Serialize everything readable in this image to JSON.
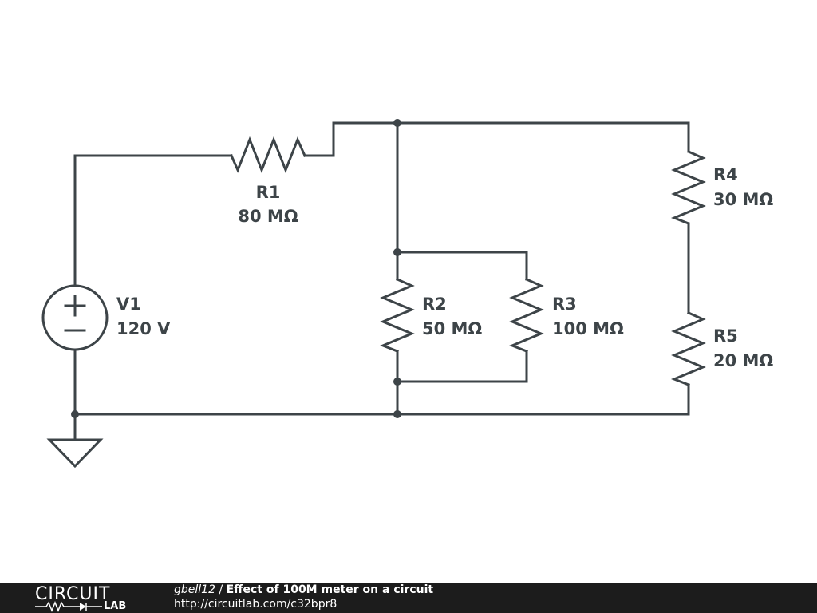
{
  "components": {
    "v1": {
      "name": "V1",
      "value": "120 V"
    },
    "r1": {
      "name": "R1",
      "value": "80 MΩ"
    },
    "r2": {
      "name": "R2",
      "value": "50 MΩ"
    },
    "r3": {
      "name": "R3",
      "value": "100 MΩ"
    },
    "r4": {
      "name": "R4",
      "value": "30 MΩ"
    },
    "r5": {
      "name": "R5",
      "value": "20 MΩ"
    }
  },
  "footer": {
    "logo_top": "CIRCUIT",
    "logo_bottom": "LAB",
    "author": "gbell12",
    "separator": "/",
    "title": "Effect of 100M meter on a circuit",
    "url": "http://circuitlab.com/c32bpr8"
  },
  "colors": {
    "wire": "#3d4448",
    "footer_bg": "#1c1c1c"
  }
}
